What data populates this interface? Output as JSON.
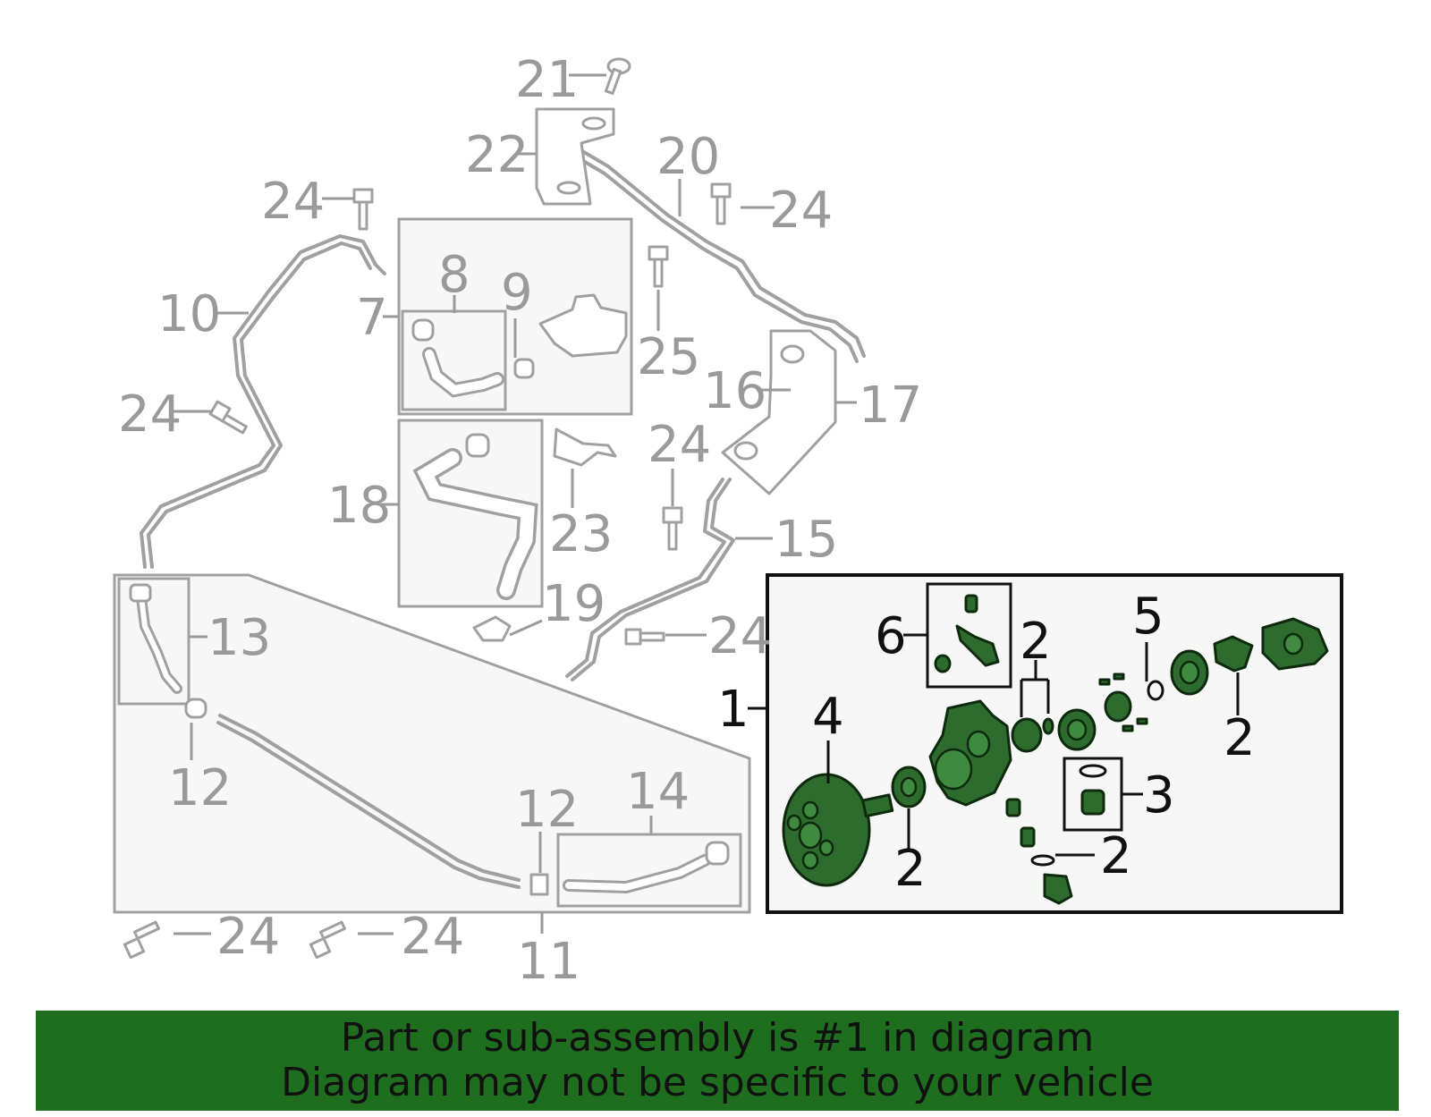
{
  "callouts": {
    "c1": "1",
    "c2a": "2",
    "c2b": "2",
    "c2c": "2",
    "c2d": "2",
    "c3": "3",
    "c4": "4",
    "c5": "5",
    "c6": "6",
    "c7": "7",
    "c8": "8",
    "c9": "9",
    "c10": "10",
    "c11": "11",
    "c12a": "12",
    "c12b": "12",
    "c13": "13",
    "c14": "14",
    "c15": "15",
    "c16": "16",
    "c17": "17",
    "c18": "18",
    "c19": "19",
    "c20": "20",
    "c21": "21",
    "c22": "22",
    "c23": "23",
    "c24a": "24",
    "c24b": "24",
    "c24c": "24",
    "c24d": "24",
    "c24e": "24",
    "c24f": "24",
    "c24g": "24",
    "c25": "25"
  },
  "banner": {
    "line1": "Part or sub-assembly is #1 in diagram",
    "line2": "Diagram may not be specific to your vehicle"
  },
  "colors": {
    "highlight": "#2e6b2e",
    "banner": "#1f6e1f",
    "line_grey": "#a0a0a0"
  }
}
